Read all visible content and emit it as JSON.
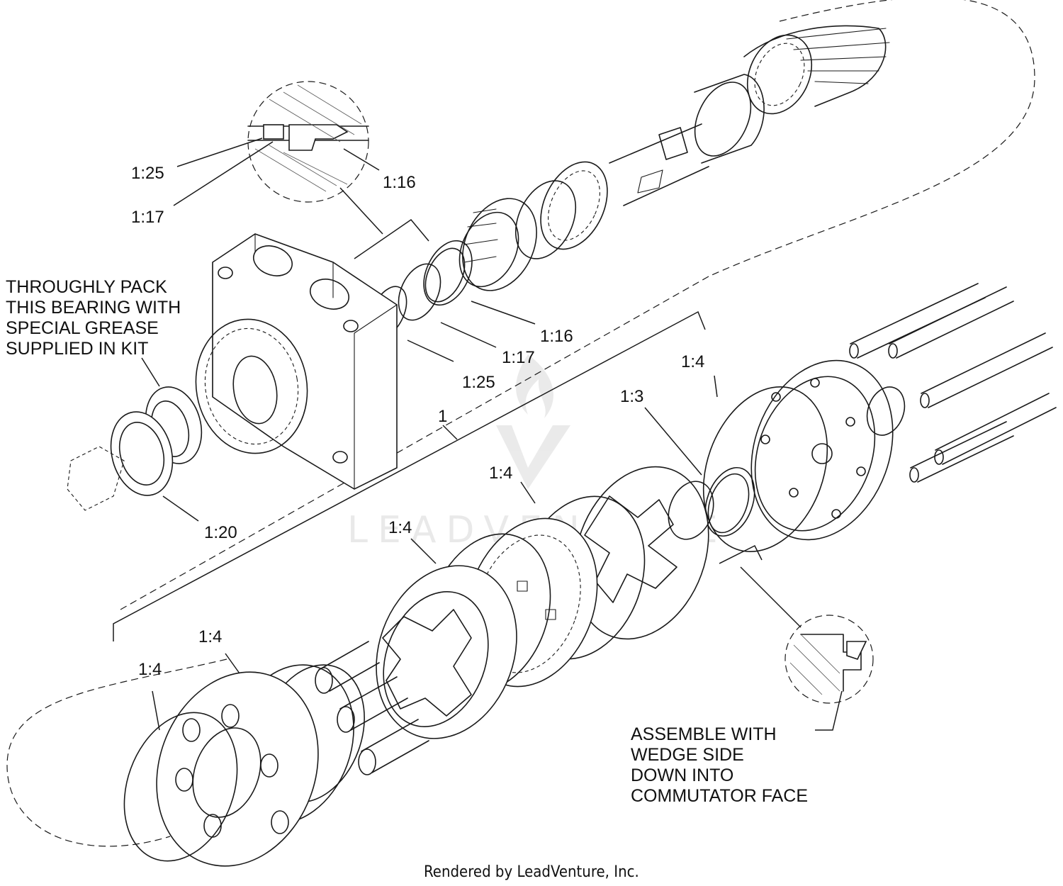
{
  "callouts": {
    "detail_top_1_25": "1:25",
    "detail_top_1_17": "1:17",
    "detail_top_1_16": "1:16",
    "ring_1_16": "1:16",
    "ring_1_17": "1:17",
    "ring_1_25": "1:25",
    "bearing_1_20": "1:20",
    "group_1": "1",
    "ring_1_4_a": "1:4",
    "ring_1_3": "1:3",
    "ring_1_4_b": "1:4",
    "ring_1_4_c": "1:4",
    "ring_1_4_d": "1:4",
    "ring_1_4_e": "1:4"
  },
  "notes": {
    "bearing_note": [
      "THROUGHLY PACK",
      "THIS BEARING WITH",
      "SPECIAL GREASE",
      "SUPPLIED IN KIT"
    ],
    "assembly_note": [
      "ASSEMBLE WITH",
      "WEDGE SIDE",
      "DOWN INTO",
      "COMMUTATOR FACE"
    ]
  },
  "watermark": "LEADVENTURE",
  "footer": "Rendered by LeadVenture, Inc.",
  "icons": {
    "watermark_logo": "leadventure-flame-logo"
  }
}
